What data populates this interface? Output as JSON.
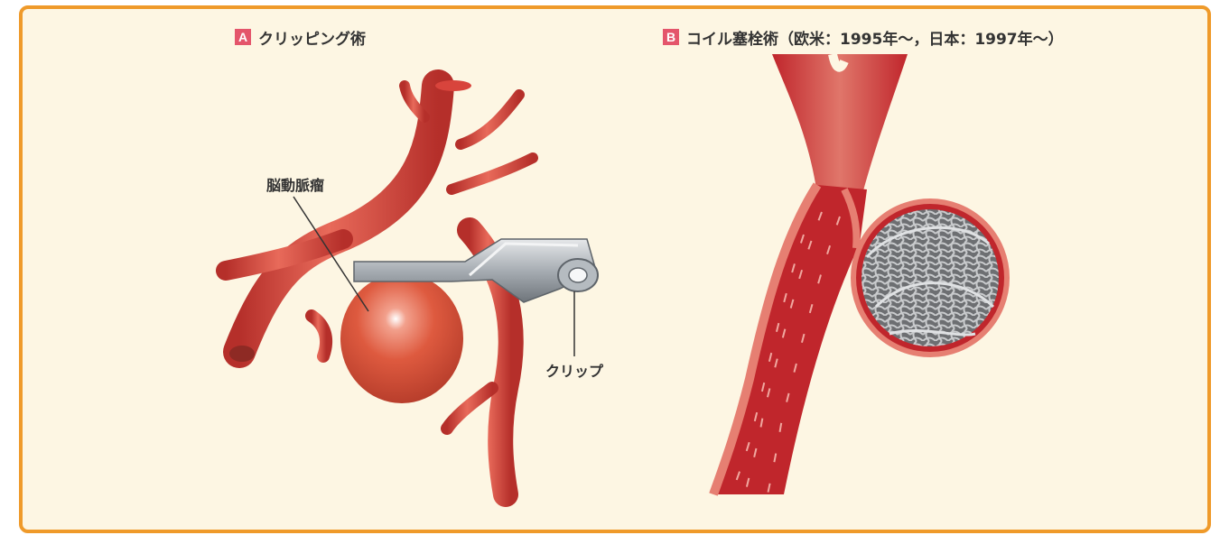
{
  "panel_a": {
    "badge": "A",
    "title": "クリッピング術",
    "labels": {
      "aneurysm": "脳動脈瘤",
      "clip": "クリップ"
    }
  },
  "panel_b": {
    "badge": "B",
    "title": "コイル塞栓術（欧米：1995年～，日本：1997年～）"
  },
  "colors": {
    "frame": "#ef9a2a",
    "background": "#fdf6e3",
    "badge": "#e4556b",
    "artery": "#d8443c",
    "aneurysm": "#d9553b",
    "clip": "#9aa0a6",
    "vessel_dark": "#c0262c"
  }
}
